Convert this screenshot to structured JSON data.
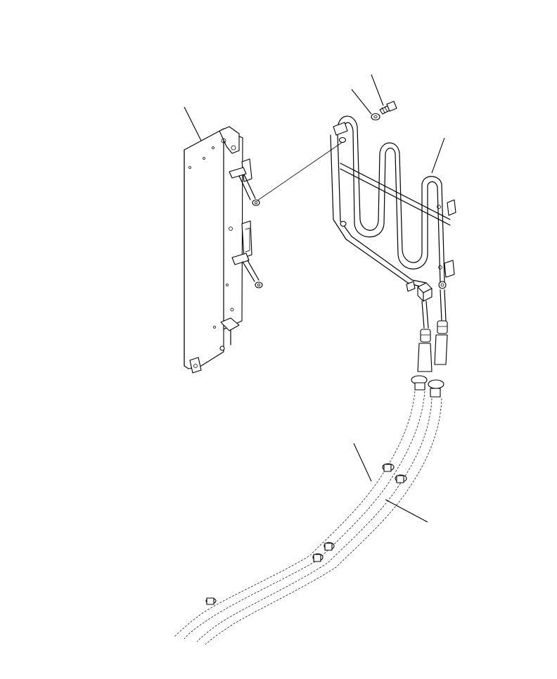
{
  "diagram": {
    "background": "#ffffff",
    "line_color": "#000000",
    "parts": [
      {
        "id": "bracket-plate",
        "icon": "mounting-plate-icon"
      },
      {
        "id": "washer",
        "icon": "washer-icon"
      },
      {
        "id": "bolt",
        "icon": "bolt-icon"
      },
      {
        "id": "heater-coil",
        "icon": "heater-coil-icon"
      },
      {
        "id": "hose-assembly-a",
        "icon": "hose-icon"
      },
      {
        "id": "hose-assembly-b",
        "icon": "hose-icon"
      }
    ]
  }
}
